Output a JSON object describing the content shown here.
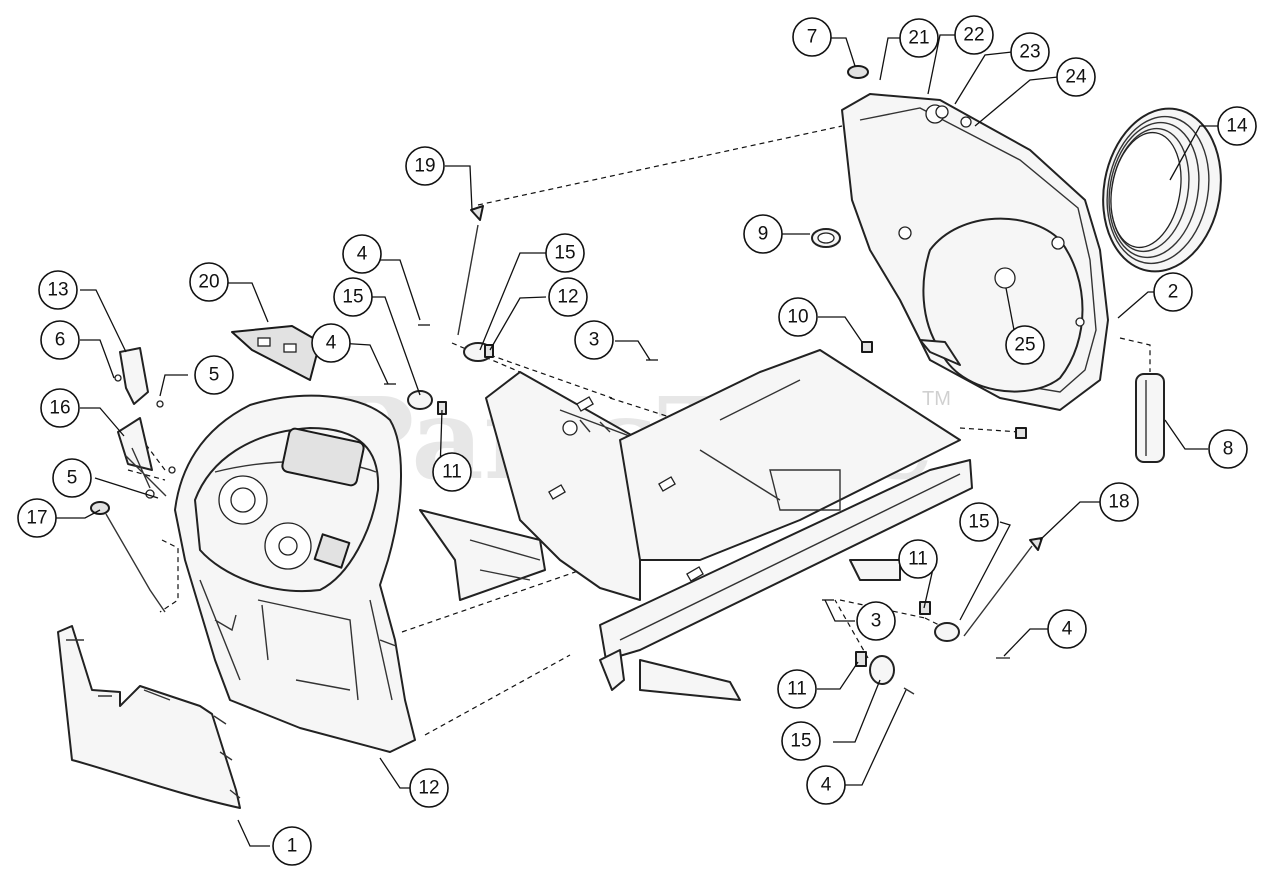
{
  "watermark": {
    "brand": "PartsTree",
    "trademark": "TM"
  },
  "callouts": [
    {
      "label": "1"
    },
    {
      "label": "2"
    },
    {
      "label": "3"
    },
    {
      "label": "3"
    },
    {
      "label": "4"
    },
    {
      "label": "4"
    },
    {
      "label": "4"
    },
    {
      "label": "4"
    },
    {
      "label": "5"
    },
    {
      "label": "5"
    },
    {
      "label": "6"
    },
    {
      "label": "7"
    },
    {
      "label": "8"
    },
    {
      "label": "9"
    },
    {
      "label": "10"
    },
    {
      "label": "11"
    },
    {
      "label": "11"
    },
    {
      "label": "11"
    },
    {
      "label": "12"
    },
    {
      "label": "12"
    },
    {
      "label": "13"
    },
    {
      "label": "14"
    },
    {
      "label": "15"
    },
    {
      "label": "15"
    },
    {
      "label": "15"
    },
    {
      "label": "15"
    },
    {
      "label": "16"
    },
    {
      "label": "17"
    },
    {
      "label": "18"
    },
    {
      "label": "19"
    },
    {
      "label": "20"
    },
    {
      "label": "21"
    },
    {
      "label": "22"
    },
    {
      "label": "23"
    },
    {
      "label": "24"
    },
    {
      "label": "25"
    }
  ],
  "colors": {
    "line": "#111111",
    "fill": "#f6f6f6",
    "background": "#ffffff"
  }
}
